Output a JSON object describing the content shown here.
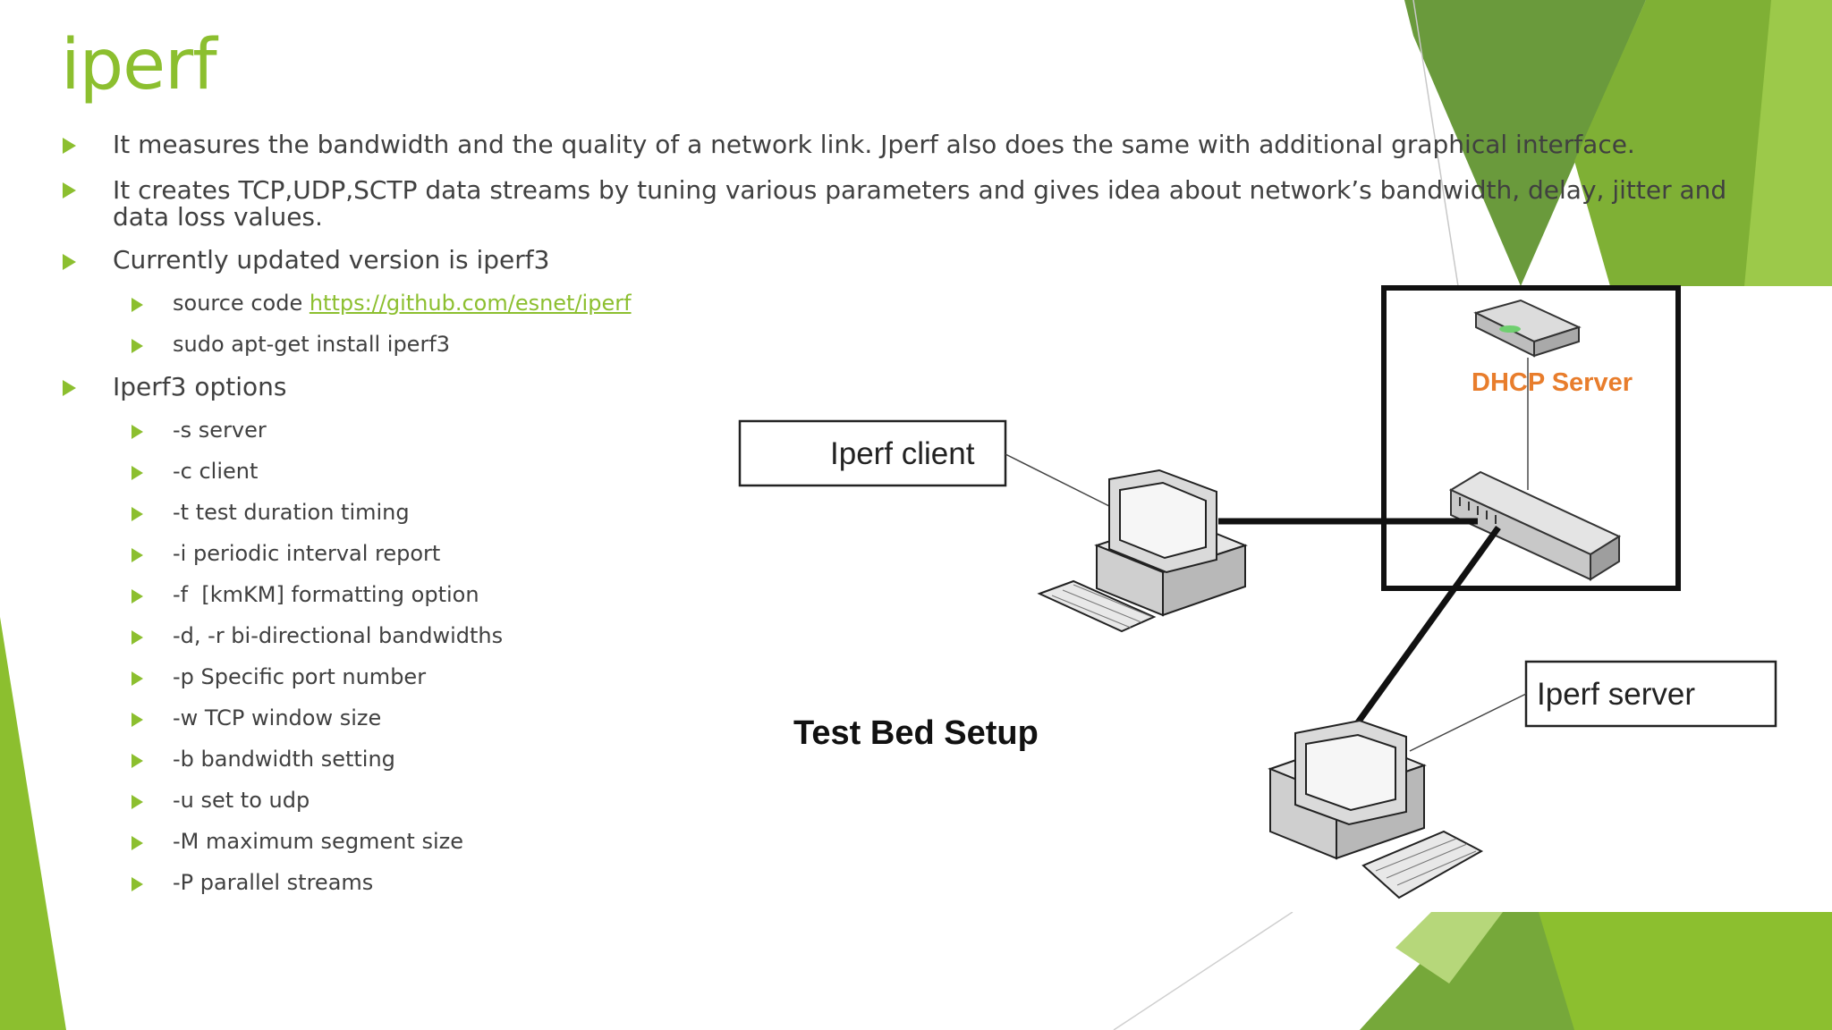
{
  "slide": {
    "title": "iperf",
    "colors": {
      "accent": "#8cbf2f",
      "text": "#404040",
      "link": "#8cbf2f",
      "dhcp": "#e87d2c"
    },
    "bullets": [
      {
        "text": "It measures the bandwidth and the quality of a network link. Jperf also does the same with additional graphical interface."
      },
      {
        "text": "It creates TCP,UDP,SCTP data streams by tuning various parameters and gives idea about network’s bandwidth, delay, jitter and data loss values."
      },
      {
        "text": "Currently updated version is iperf3"
      },
      {
        "text": "Iperf3 options"
      }
    ],
    "version_sub": {
      "source_prefix": "source code ",
      "source_link": "https://github.com/esnet/iperf",
      "install": "sudo apt-get install iperf3"
    },
    "options": [
      "-s server",
      "-c client",
      "-t test duration timing",
      "-i periodic interval report",
      "-f  [kmKM] formatting option",
      "-d, -r bi-directional bandwidths",
      "-p Specific port number",
      "-w TCP window size",
      "-b bandwidth setting",
      "-u set to udp",
      "-M maximum segment size",
      "-P parallel streams"
    ],
    "diagram": {
      "client_label": "Iperf client",
      "server_label": "Iperf server",
      "dhcp_label": "DHCP Server",
      "caption": "Test Bed Setup"
    }
  }
}
